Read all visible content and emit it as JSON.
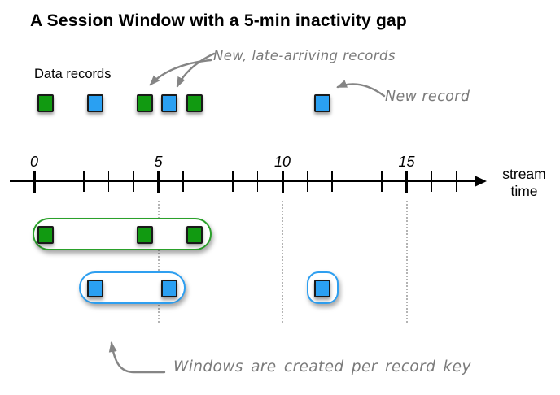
{
  "title": "A Session Window with a 5-min inactivity gap",
  "labels": {
    "data_records": "Data records",
    "late_records_note": "New, late-arriving records",
    "new_record_note": "New record",
    "windows_note": "Windows are created per record key",
    "axis_label_line1": "stream",
    "axis_label_line2": "time"
  },
  "timeline": {
    "tick_min": 0,
    "tick_max": 17,
    "major_ticks": [
      0,
      5,
      10,
      15
    ],
    "tick_labels": [
      "0",
      "5",
      "10",
      "15"
    ],
    "dotted_guides_at": [
      5,
      10,
      15
    ]
  },
  "records_row": [
    {
      "key": "green",
      "time": 0.45
    },
    {
      "key": "blue",
      "time": 2.45
    },
    {
      "key": "green",
      "time": 4.45,
      "late": true
    },
    {
      "key": "blue",
      "time": 5.45,
      "late": true
    },
    {
      "key": "green",
      "time": 6.45
    },
    {
      "key": "blue",
      "time": 11.6,
      "new": true
    }
  ],
  "sessions": [
    {
      "key": "green",
      "start": -0.07,
      "end": 7.15,
      "row": 0,
      "records": [
        0.45,
        4.45,
        6.45
      ]
    },
    {
      "key": "blue",
      "start": 1.8,
      "end": 6.1,
      "row": 1,
      "records": [
        2.45,
        5.45
      ]
    },
    {
      "key": "blue",
      "start": 10.98,
      "end": 12.26,
      "row": 1,
      "records": [
        11.6
      ]
    }
  ],
  "colors": {
    "green_record": "#119a11",
    "blue_record": "#2aa0f2",
    "green_window_border": "#2aa12a",
    "blue_window_border": "#2e9ff0",
    "record_border": "#1a1a1a",
    "annotation_gray": "#7a7a7a",
    "guide_gray": "#b3b3b3",
    "axis_black": "#000000"
  }
}
